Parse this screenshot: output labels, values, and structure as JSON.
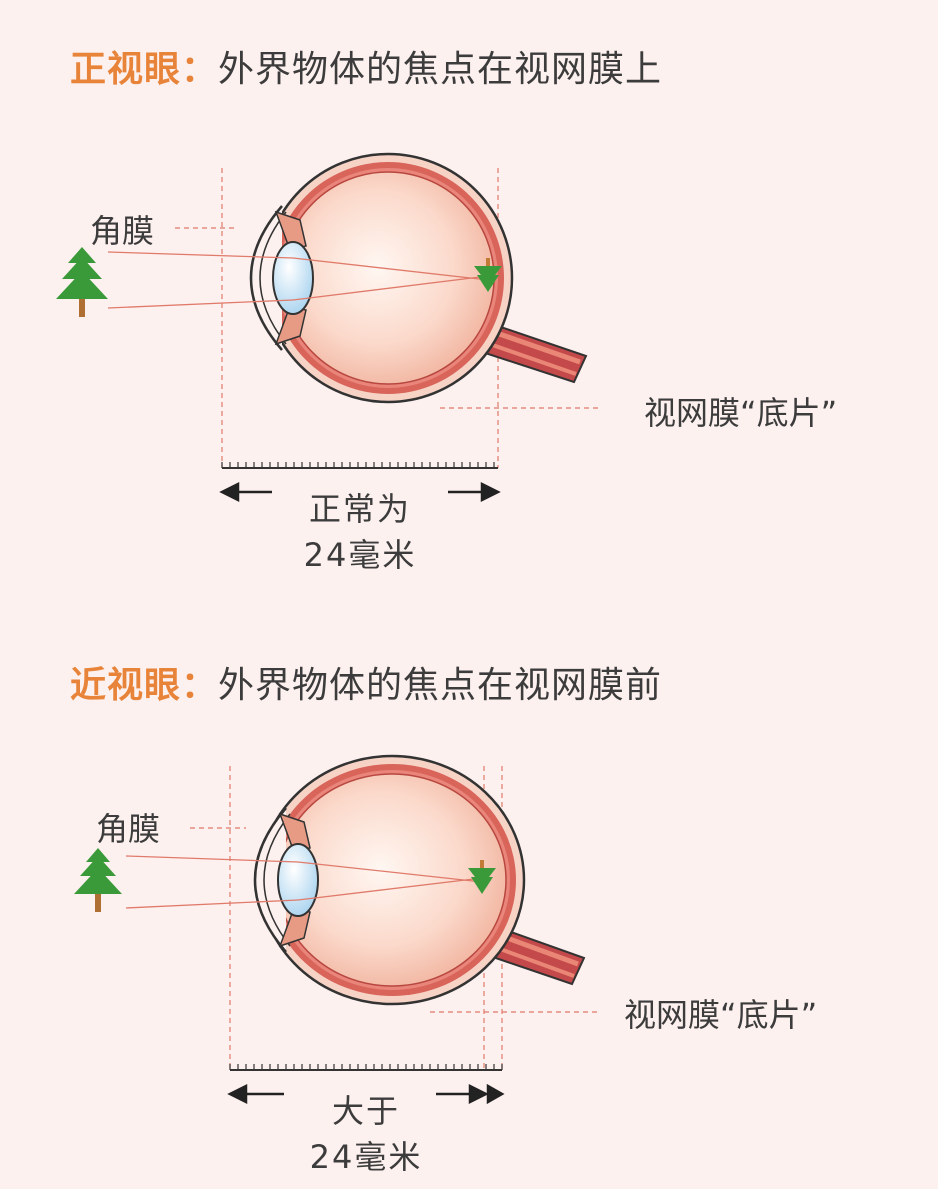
{
  "normal": {
    "term": "正视眼",
    "separator": "：",
    "description": "外界物体的焦点在视网膜上",
    "cornea_label": "角膜",
    "retina_label": "视网膜“底片”",
    "measure_line1": "正常为",
    "measure_line2": "24毫米"
  },
  "myopia": {
    "term": "近视眼",
    "separator": "：",
    "description": "外界物体的焦点在视网膜前",
    "cornea_label": "角膜",
    "retina_label": "视网膜“底片”",
    "measure_line1": "大于",
    "measure_line2": "24毫米"
  },
  "colors": {
    "term_accent": "#e8843a",
    "background": "#fdf1ef",
    "tree_green": "#3a9a3a",
    "sclera_red": "#d8645a",
    "lens_blue": "#bfe0f5"
  },
  "icons": [
    "tree-icon",
    "eye-cross-section",
    "measure-arrow-icon"
  ]
}
